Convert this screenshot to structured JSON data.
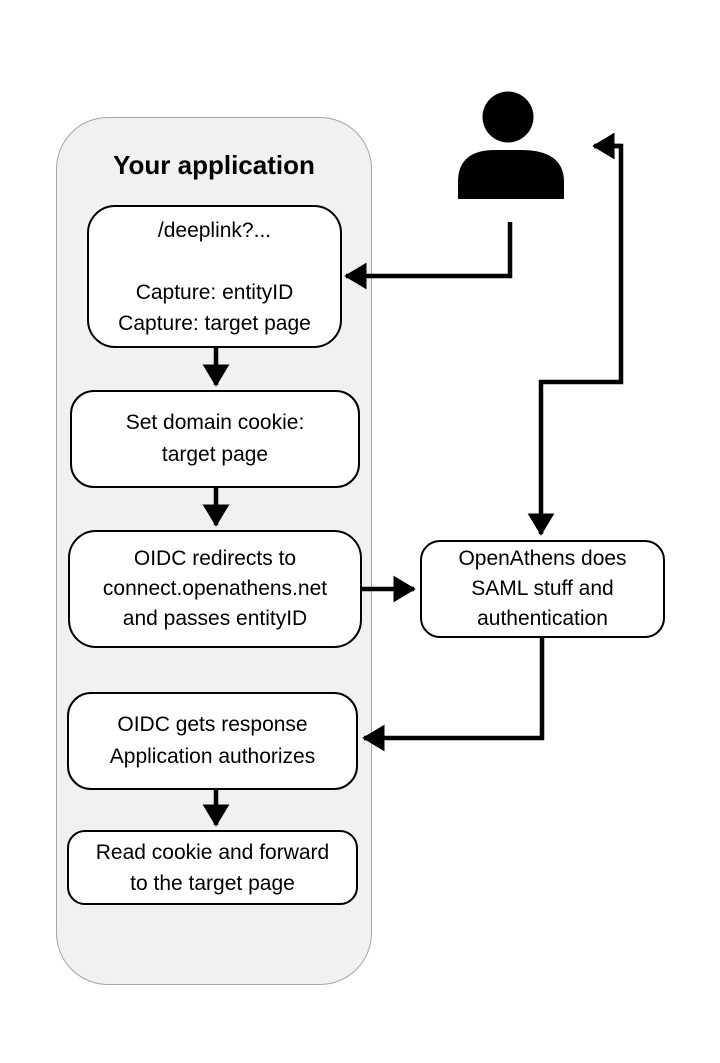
{
  "group": {
    "title": "Your application"
  },
  "nodes": {
    "deeplink": {
      "lines": [
        "/deeplink?...",
        "",
        "Capture: entityID",
        "Capture: target page"
      ]
    },
    "set_cookie": {
      "lines": [
        "Set domain cookie:",
        "target page"
      ]
    },
    "oidc_redirect": {
      "lines": [
        "OIDC redirects to",
        "connect.openathens.net",
        "and passes entityID"
      ]
    },
    "openathens": {
      "lines": [
        "OpenAthens does",
        "SAML stuff and",
        "authentication"
      ]
    },
    "oidc_response": {
      "lines": [
        "OIDC gets response",
        "Application authorizes"
      ]
    },
    "read_cookie": {
      "lines": [
        "Read cookie and forward",
        "to the target page"
      ]
    }
  },
  "icons": {
    "user": "user-icon"
  },
  "connections": [
    {
      "from": "user",
      "to": "deeplink"
    },
    {
      "from": "deeplink",
      "to": "set_cookie"
    },
    {
      "from": "set_cookie",
      "to": "oidc_redirect"
    },
    {
      "from": "oidc_redirect",
      "to": "openathens"
    },
    {
      "from": "openathens",
      "to": "user",
      "bidirectional": true
    },
    {
      "from": "openathens",
      "to": "oidc_response"
    },
    {
      "from": "oidc_response",
      "to": "read_cookie"
    }
  ],
  "colors": {
    "background": "#ffffff",
    "group_fill": "#f1f1f2",
    "group_border": "#a6a6a6",
    "node_fill": "#ffffff",
    "node_border": "#000000",
    "arrow": "#000000",
    "text": "#000000"
  }
}
